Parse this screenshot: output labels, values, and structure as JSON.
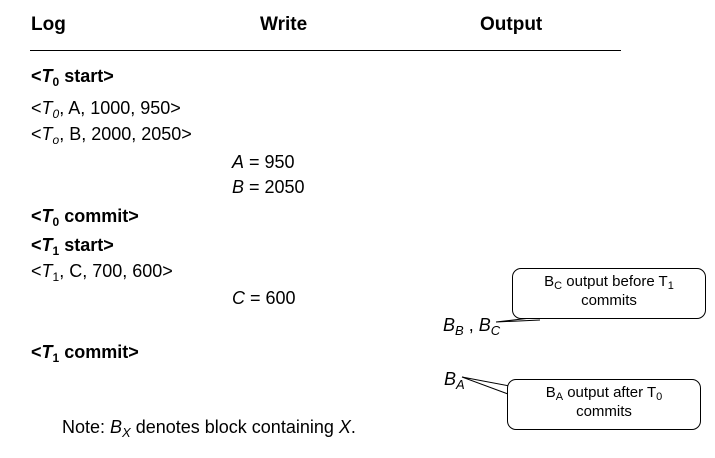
{
  "headers": {
    "log": "Log",
    "write": "Write",
    "output": "Output"
  },
  "log": {
    "t0_start": {
      "open": "<",
      "t": "T",
      "sub": "0",
      "rest": " start>"
    },
    "t0_a": {
      "open": "<",
      "t": "T",
      "sub": "0",
      "rest": ", A, 1000, 950>"
    },
    "t0_b": {
      "open": "<",
      "t": "T",
      "sub": "o",
      "rest": ", B, 2000, 2050>"
    },
    "t0_commit": {
      "open": "<",
      "t": "T",
      "sub": "0",
      "rest": " commit>"
    },
    "t1_start": {
      "open": "<",
      "t": "T",
      "sub": "1",
      "rest": " start>"
    },
    "t1_c": {
      "open": "<",
      "t": "T",
      "sub": "1",
      "rest": ", C, 700, 600>"
    },
    "t1_commit": {
      "open": "<",
      "t": "T",
      "sub": "1",
      "rest": " commit>"
    }
  },
  "writes": {
    "a": {
      "var": "A",
      "rest": " = 950"
    },
    "b": {
      "var": "B",
      "rest": " = 2050"
    },
    "c": {
      "var": "C",
      "rest": " = 600"
    }
  },
  "outputs": {
    "bb_bc": {
      "b1": "B",
      "s1": "B",
      "sep": " , ",
      "b2": "B",
      "s2": "C"
    },
    "ba": {
      "b": "B",
      "s": "A"
    }
  },
  "callouts": {
    "bc": {
      "b": "B",
      "bs": "C",
      "mid": " output before T",
      "ts": "1",
      "line2": "commits"
    },
    "ba": {
      "b": "B",
      "bs": "A",
      "mid": " output after T",
      "ts": "0",
      "line2": "commits"
    }
  },
  "note": {
    "prefix": "Note: ",
    "b": "B",
    "bs": "X",
    "mid": " denotes block containing ",
    "x": "X",
    "end": "."
  }
}
